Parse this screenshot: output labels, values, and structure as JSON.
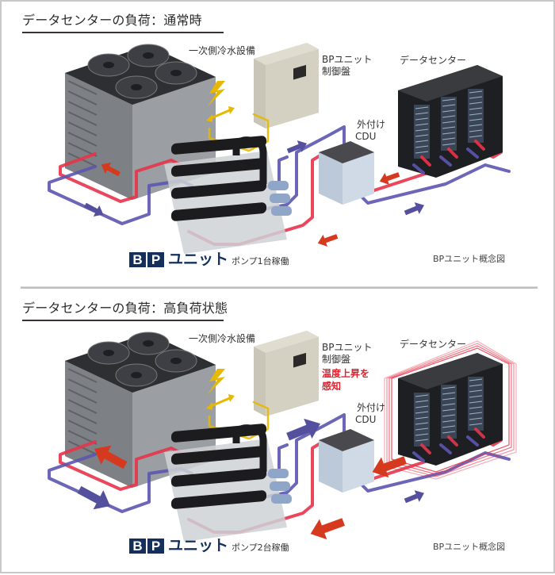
{
  "colors": {
    "supply_hot": "#e8334a",
    "return_cool": "#5b55b0",
    "arrow_red": "#d63a1e",
    "arrow_blue": "#55509e",
    "signal_yellow": "#e6b800",
    "brand_navy": "#14305a",
    "alert_red": "#e0222f",
    "divider": "#bdbdbd"
  },
  "panels": [
    {
      "id": "normal",
      "title": "データセンターの負荷：通常時",
      "labels": {
        "chiller": "一次側冷水設備",
        "control_panel_line1": "BPユニット",
        "control_panel_line2": "制御盤",
        "data_center": "データセンター",
        "cdu_line1": "外付け",
        "cdu_line2": "CDU"
      },
      "alert": null,
      "brand": {
        "letter1": "B",
        "letter2": "P",
        "unit": "ユニット",
        "pump_status": "ポンプ1台稼働"
      },
      "caption": "BPユニット概念図",
      "icons": [
        "chiller-icon",
        "control-panel-icon",
        "lightning-icon",
        "bidirectional-arrow-icon",
        "bp-unit-manifold-icon",
        "cdu-tank-icon",
        "server-rack-icon"
      ],
      "flow_emphasis": "normal"
    },
    {
      "id": "high",
      "title": "データセンターの負荷：高負荷状態",
      "labels": {
        "chiller": "一次側冷水設備",
        "control_panel_line1": "BPユニット",
        "control_panel_line2": "制御盤",
        "data_center": "データセンター",
        "cdu_line1": "外付け",
        "cdu_line2": "CDU"
      },
      "alert": {
        "line1": "温度上昇を",
        "line2": "感知"
      },
      "brand": {
        "letter1": "B",
        "letter2": "P",
        "unit": "ユニット",
        "pump_status": "ポンプ2台稼働"
      },
      "caption": "BPユニット概念図",
      "icons": [
        "chiller-icon",
        "control-panel-icon",
        "lightning-icon",
        "bidirectional-arrow-icon",
        "bp-unit-manifold-icon",
        "cdu-tank-icon",
        "server-rack-icon",
        "heat-glow-icon"
      ],
      "flow_emphasis": "high"
    }
  ]
}
